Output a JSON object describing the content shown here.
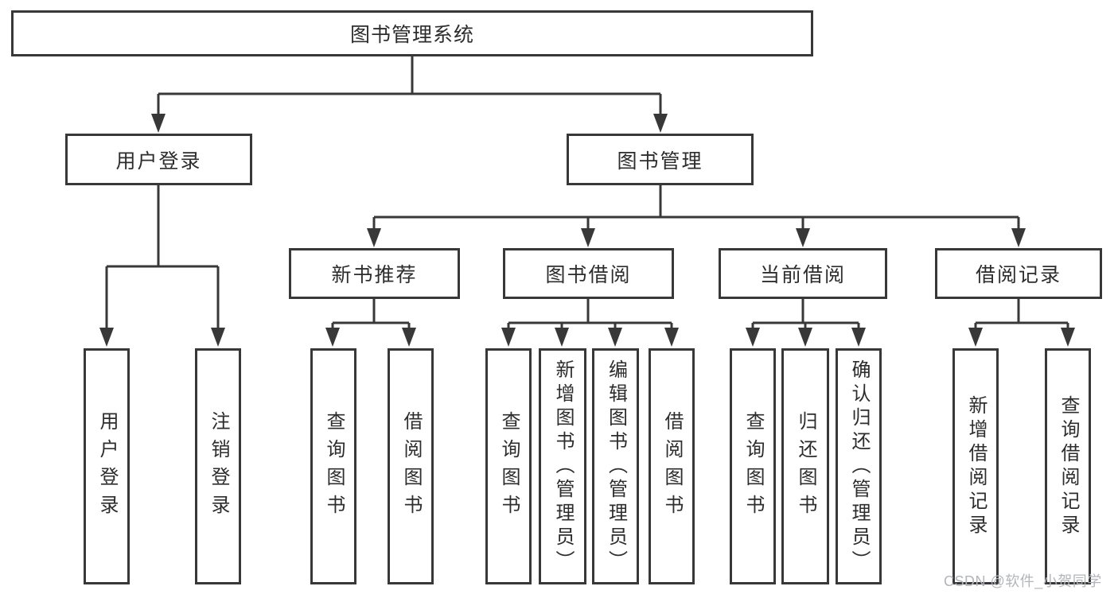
{
  "tree": {
    "root": "图书管理系统",
    "branches": [
      {
        "label": "用户登录",
        "children": [
          "用户登录",
          "注销登录"
        ]
      },
      {
        "label": "图书管理",
        "children": [
          {
            "label": "新书推荐",
            "children": [
              "查询图书",
              "借阅图书"
            ]
          },
          {
            "label": "图书借阅",
            "children": [
              "查询图书",
              "新增图书（管理员）",
              "编辑图书（管理员）",
              "借阅图书"
            ]
          },
          {
            "label": "当前借阅",
            "children": [
              "查询图书",
              "归还图书",
              "确认归还（管理员）"
            ]
          },
          {
            "label": "借阅记录",
            "children": [
              "新增借阅记录",
              "查询借阅记录"
            ]
          }
        ]
      }
    ]
  },
  "watermark": "CSDN @软件_小贺同学",
  "colors": {
    "line": "#383838",
    "text": "#2d2d2d",
    "background": "#ffffff",
    "watermark": "#b3b5ba"
  }
}
